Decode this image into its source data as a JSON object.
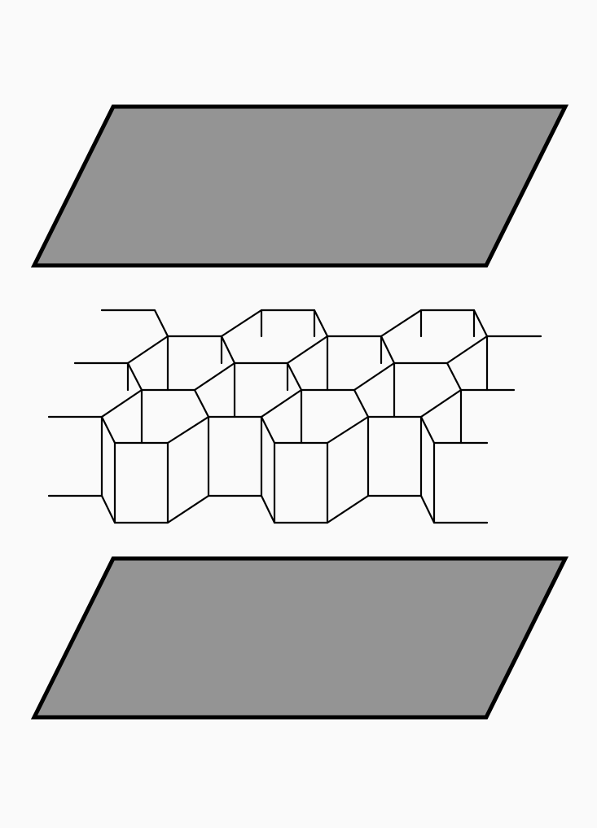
{
  "diagram": {
    "components": [
      {
        "id": "top-face-sheet",
        "kind": "face-sheet"
      },
      {
        "id": "honeycomb-core",
        "kind": "hexagonal-cell-core"
      },
      {
        "id": "bottom-face-sheet",
        "kind": "face-sheet"
      }
    ],
    "colors": {
      "background": "#fafafa",
      "face_sheet_fill": "#949494",
      "outline": "#000000"
    }
  }
}
